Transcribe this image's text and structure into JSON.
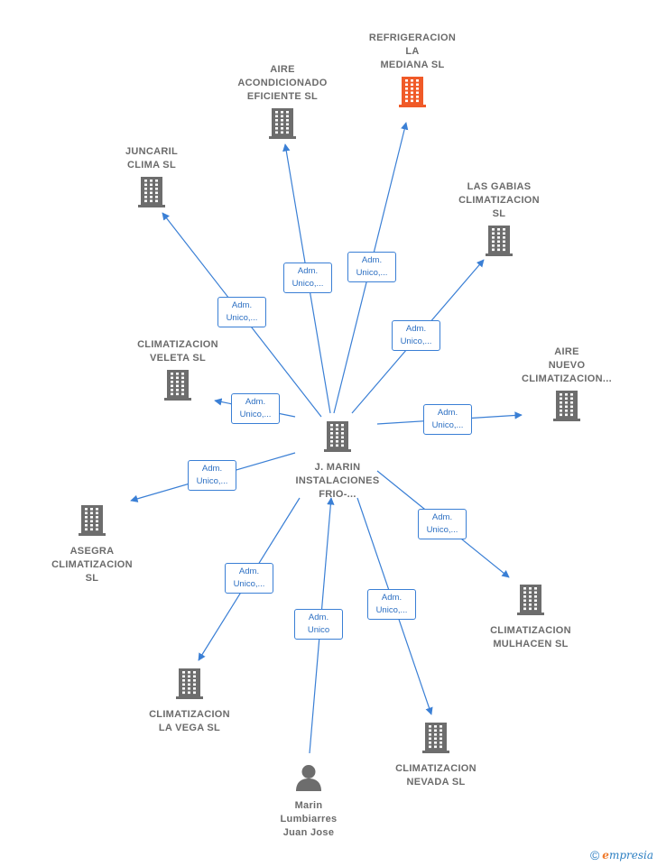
{
  "nodes": [
    {
      "id": "center",
      "type": "company",
      "label": "J.  MARIN\nINSTALACIONES\nFRIO-...",
      "color": "#6d6d6d",
      "label_pos": "below"
    },
    {
      "id": "refrigeracion",
      "type": "company",
      "label": "REFRIGERACION\nLA\nMEDIANA  SL",
      "color": "#f05a28",
      "label_pos": "above"
    },
    {
      "id": "aire-eficiente",
      "type": "company",
      "label": "AIRE\nACONDICIONADO\nEFICIENTE  SL",
      "color": "#6d6d6d",
      "label_pos": "above"
    },
    {
      "id": "juncaril",
      "type": "company",
      "label": "JUNCARIL\nCLIMA  SL",
      "color": "#6d6d6d",
      "label_pos": "above"
    },
    {
      "id": "las-gabias",
      "type": "company",
      "label": "LAS GABIAS\nCLIMATIZACION\nSL",
      "color": "#6d6d6d",
      "label_pos": "above"
    },
    {
      "id": "veleta",
      "type": "company",
      "label": "CLIMATIZACION\nVELETA  SL",
      "color": "#6d6d6d",
      "label_pos": "above"
    },
    {
      "id": "aire-nuevo",
      "type": "company",
      "label": "AIRE\nNUEVO\nCLIMATIZACION...",
      "color": "#6d6d6d",
      "label_pos": "above"
    },
    {
      "id": "asegra",
      "type": "company",
      "label": "ASEGRA\nCLIMATIZACION\nSL",
      "color": "#6d6d6d",
      "label_pos": "below"
    },
    {
      "id": "mulhacen",
      "type": "company",
      "label": "CLIMATIZACION\nMULHACEN  SL",
      "color": "#6d6d6d",
      "label_pos": "below"
    },
    {
      "id": "la-vega",
      "type": "company",
      "label": "CLIMATIZACION\nLA VEGA  SL",
      "color": "#6d6d6d",
      "label_pos": "below"
    },
    {
      "id": "nevada",
      "type": "company",
      "label": "CLIMATIZACION\nNEVADA  SL",
      "color": "#6d6d6d",
      "label_pos": "below"
    },
    {
      "id": "marin-person",
      "type": "person",
      "label": "Marin\nLumbiarres\nJuan Jose",
      "color": "#6d6d6d",
      "label_pos": "below"
    }
  ],
  "edges": [
    {
      "from": "center",
      "to": "refrigeracion",
      "label": [
        "Adm.",
        "Unico,..."
      ]
    },
    {
      "from": "center",
      "to": "aire-eficiente",
      "label": [
        "Adm.",
        "Unico,..."
      ]
    },
    {
      "from": "center",
      "to": "juncaril",
      "label": [
        "Adm.",
        "Unico,..."
      ]
    },
    {
      "from": "center",
      "to": "las-gabias",
      "label": [
        "Adm.",
        "Unico,..."
      ]
    },
    {
      "from": "center",
      "to": "veleta",
      "label": [
        "Adm.",
        "Unico,..."
      ]
    },
    {
      "from": "center",
      "to": "aire-nuevo",
      "label": [
        "Adm.",
        "Unico,..."
      ]
    },
    {
      "from": "center",
      "to": "asegra",
      "label": [
        "Adm.",
        "Unico,..."
      ]
    },
    {
      "from": "center",
      "to": "mulhacen",
      "label": [
        "Adm.",
        "Unico,..."
      ]
    },
    {
      "from": "center",
      "to": "la-vega",
      "label": [
        "Adm.",
        "Unico,..."
      ]
    },
    {
      "from": "center",
      "to": "nevada",
      "label": [
        "Adm.",
        "Unico,..."
      ]
    },
    {
      "from": "marin-person",
      "to": "center",
      "label": [
        "Adm.",
        "Unico"
      ]
    }
  ],
  "footer": {
    "copyright": "©",
    "brand_first": "e",
    "brand_rest": "mpresia"
  },
  "colors": {
    "edge": "#3a7fd5",
    "accent": "#f05a28",
    "node": "#6d6d6d"
  }
}
